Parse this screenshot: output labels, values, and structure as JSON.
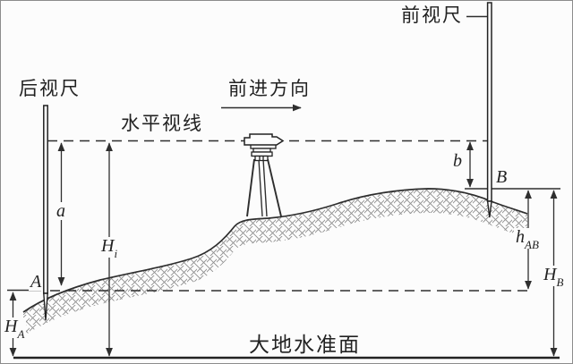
{
  "diagram": {
    "labels": {
      "back_staff": "后视尺",
      "front_staff": "前视尺",
      "direction": "前进方向",
      "sight_line": "水平视线",
      "datum": "大地水准面"
    },
    "dimensions": {
      "backsight_reading": "a",
      "foresight_reading": "b",
      "point_a": "A",
      "point_b": "B",
      "instrument_height": {
        "base": "H",
        "sub": "i"
      },
      "elevation_a": {
        "base": "H",
        "sub": "A"
      },
      "elevation_b": {
        "base": "H",
        "sub": "B"
      },
      "height_difference": {
        "base": "h",
        "sub": "AB"
      }
    },
    "colors": {
      "line": "#2e2e2e",
      "hatch": "#8f8f8f",
      "background": "#fcfcfc"
    }
  }
}
